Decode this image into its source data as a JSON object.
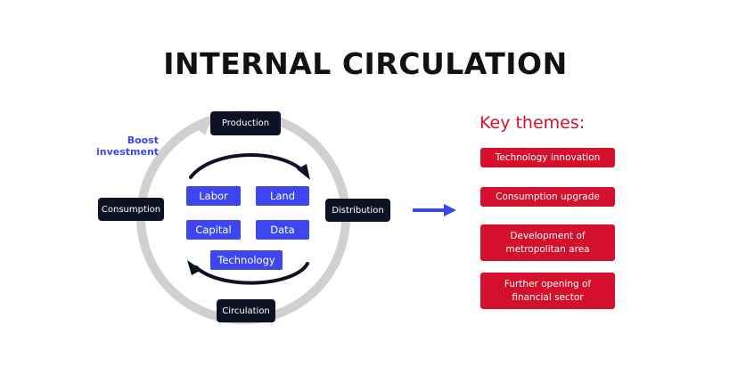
{
  "title": "INTERNAL CIRCULATION",
  "cycle": {
    "nodes": {
      "production": "Production",
      "distribution": "Distribution",
      "circulation": "Circulation",
      "consumption": "Consumption"
    },
    "boost_label": [
      "Boost",
      "investment"
    ]
  },
  "factors": [
    "Labor",
    "Land",
    "Capital",
    "Data",
    "Technology"
  ],
  "key_themes": {
    "heading": "Key themes:",
    "items": [
      [
        "Technology innovation"
      ],
      [
        "Consumption upgrade"
      ],
      [
        "Development of",
        "metropolitan area"
      ],
      [
        "Further opening of",
        "financial sector"
      ]
    ]
  },
  "colors": {
    "node": "#0d1224",
    "factor": "#3d46f0",
    "theme": "#d4102d",
    "ring": "#cfcfcf",
    "arrow": "#3d46f0"
  }
}
